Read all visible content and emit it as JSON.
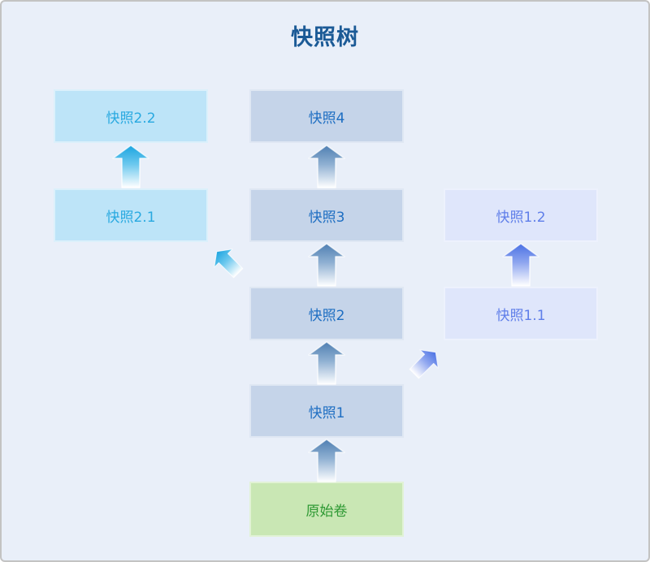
{
  "title": "快照树",
  "colors": {
    "background": "#e9eff9",
    "frame_border": "#c3c3c3",
    "title_text": "#1b5a96",
    "cyan_fill": "#bde4f8",
    "cyan_text": "#29a9e0",
    "steel_fill": "#c5d4e9",
    "steel_text": "#1e6ec2",
    "periwinkle_fill": "#dfe6fb",
    "periwinkle_text": "#5f7ee9",
    "green_fill": "#c9e7b4",
    "green_text": "#2e9933",
    "arrow_steel": "#5584b8",
    "arrow_cyan": "#1ba4e0",
    "arrow_periwinkle": "#4a71e4"
  },
  "nodes": [
    {
      "id": "snapshot2-2",
      "label": "快照2.2",
      "variant": "cyan"
    },
    {
      "id": "snapshot4",
      "label": "快照4",
      "variant": "steel"
    },
    {
      "id": "snapshot2-1",
      "label": "快照2.1",
      "variant": "cyan"
    },
    {
      "id": "snapshot3",
      "label": "快照3",
      "variant": "steel"
    },
    {
      "id": "snapshot1-2",
      "label": "快照1.2",
      "variant": "periwinkle"
    },
    {
      "id": "snapshot2",
      "label": "快照2",
      "variant": "steel"
    },
    {
      "id": "snapshot1-1",
      "label": "快照1.1",
      "variant": "periwinkle"
    },
    {
      "id": "snapshot1",
      "label": "快照1",
      "variant": "steel"
    },
    {
      "id": "origin-volume",
      "label": "原始卷",
      "variant": "green"
    }
  ],
  "edges": [
    {
      "from": "原始卷",
      "to": "快照1",
      "direction": "up",
      "color_variant": "steel"
    },
    {
      "from": "快照1",
      "to": "快照2",
      "direction": "up",
      "color_variant": "steel"
    },
    {
      "from": "快照2",
      "to": "快照3",
      "direction": "up",
      "color_variant": "steel"
    },
    {
      "from": "快照3",
      "to": "快照4",
      "direction": "up",
      "color_variant": "steel"
    },
    {
      "from": "快照2.1",
      "to": "快照2.2",
      "direction": "up",
      "color_variant": "cyan"
    },
    {
      "from": "快照2",
      "to": "快照2.1",
      "direction": "up-left",
      "color_variant": "cyan"
    },
    {
      "from": "快照1",
      "to": "快照1.1",
      "direction": "up-right",
      "color_variant": "periwinkle"
    },
    {
      "from": "快照1.1",
      "to": "快照1.2",
      "direction": "up",
      "color_variant": "periwinkle"
    }
  ]
}
